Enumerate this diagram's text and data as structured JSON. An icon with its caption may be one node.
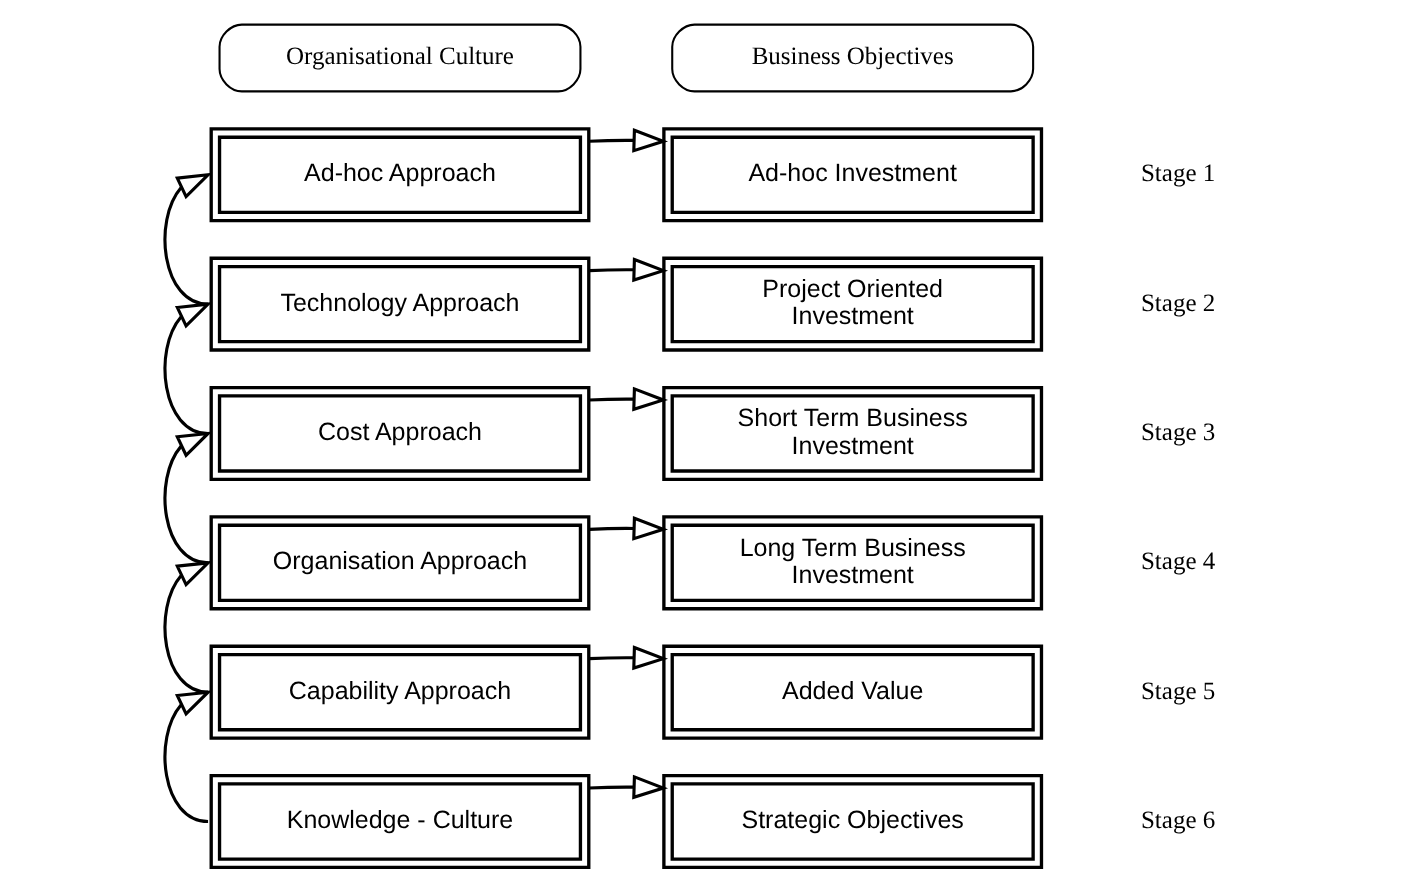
{
  "diagram": {
    "nodes": [
      {
        "text": [
          "Organisational Culture"
        ]
      },
      {
        "text": [
          "Business Objectives"
        ]
      },
      {
        "text": [
          "Ad-hoc Approach"
        ]
      },
      {
        "text": [
          "Ad-hoc Investment"
        ]
      },
      {
        "text": [
          "Technology Approach"
        ]
      },
      {
        "text": [
          "Project Oriented Investment"
        ]
      },
      {
        "text": [
          "Cost Approach"
        ]
      },
      {
        "text": [
          "Short Term Business Investment"
        ]
      },
      {
        "text": [
          "Organisation Approach"
        ]
      },
      {
        "text": [
          "Long Term Business Investment"
        ]
      },
      {
        "text": [
          "Capability Approach"
        ]
      },
      {
        "text": [
          "Added Value"
        ]
      },
      {
        "text": [
          "Knowledge - Culture"
        ]
      },
      {
        "text": [
          "Strategic Objectives"
        ]
      }
    ],
    "edges": [
      {
        "from": 2,
        "to": 3,
        "arrow": "to"
      },
      {
        "from": 4,
        "to": 5,
        "arrow": "to"
      },
      {
        "from": 6,
        "to": 7,
        "arrow": "to"
      },
      {
        "from": 8,
        "to": 9,
        "arrow": "to"
      },
      {
        "from": 10,
        "to": 11,
        "arrow": "to"
      },
      {
        "from": 12,
        "to": 13,
        "arrow": "to"
      },
      {
        "from": 4,
        "to": 2,
        "arrow": "to"
      },
      {
        "from": 6,
        "to": 4,
        "arrow": "to"
      },
      {
        "from": 8,
        "to": 6,
        "arrow": "to"
      },
      {
        "from": 10,
        "to": 8,
        "arrow": "to"
      },
      {
        "from": 12,
        "to": 10,
        "arrow": "to"
      }
    ],
    "labels": [
      "Stage 1",
      "Stage 2",
      "Stage 3",
      "Stage 4",
      "Stage 5",
      "Stage 6"
    ]
  }
}
